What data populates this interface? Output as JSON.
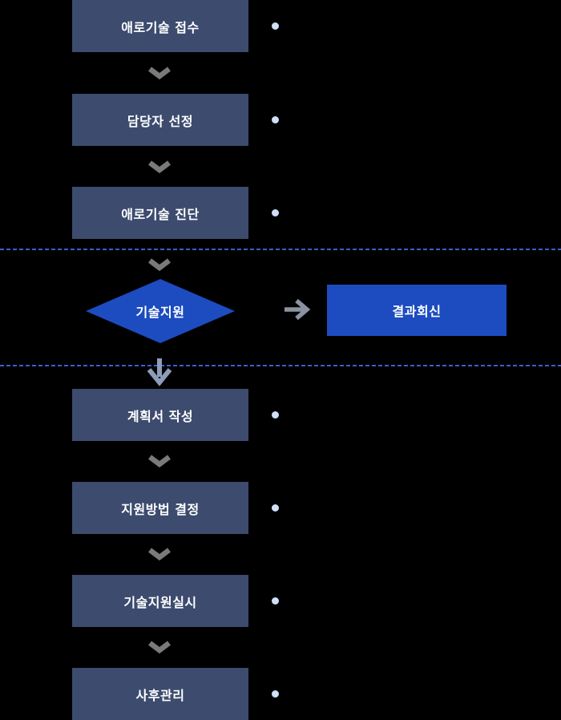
{
  "colors": {
    "background": "#000000",
    "step-navy": "#3c4b6e",
    "accent-blue": "#1c4cc0",
    "divider-blue": "#3a5ece",
    "bullet-blue": "#cfe0f8",
    "chevron-gray": "#7a7a7a",
    "arrow-gray": "#8b93a3",
    "arrow-slate": "#8d9cba",
    "text-white": "#ffffff"
  },
  "flow": {
    "steps": [
      {
        "label": "애로기술 접수",
        "shape": "box"
      },
      {
        "label": "담당자 선정",
        "shape": "box"
      },
      {
        "label": "애로기술 진단",
        "shape": "box"
      },
      {
        "label": "기술지원",
        "shape": "diamond"
      },
      {
        "label": "결과회신",
        "shape": "result-box"
      },
      {
        "label": "계획서 작성",
        "shape": "box"
      },
      {
        "label": "지원방법 결정",
        "shape": "box"
      },
      {
        "label": "기술지원실시",
        "shape": "box"
      },
      {
        "label": "사후관리",
        "shape": "box"
      }
    ]
  }
}
